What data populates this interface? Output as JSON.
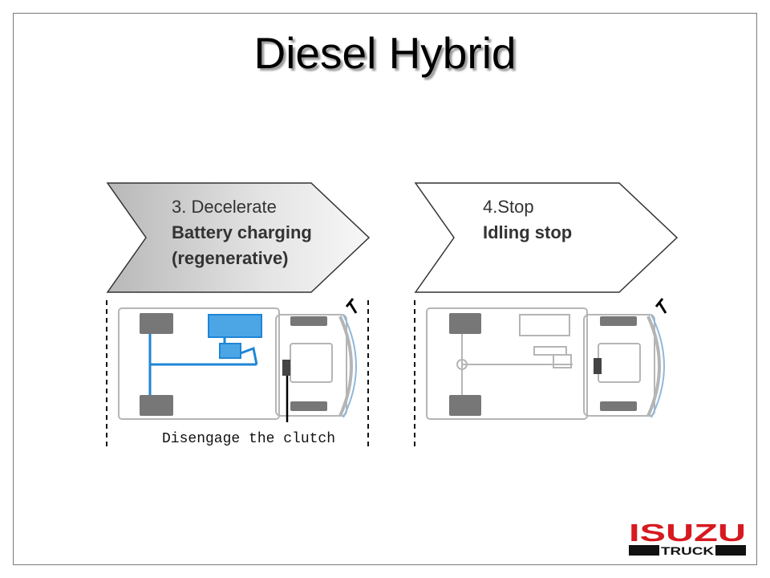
{
  "slide": {
    "title": "Diesel Hybrid"
  },
  "stage3": {
    "step": "3. Decelerate",
    "line1": "Battery charging",
    "line2": "(regenerative)",
    "annotation": "Disengage the clutch"
  },
  "stage4": {
    "step": "4.Stop",
    "line1": "Idling stop"
  },
  "logo": {
    "brand": "ISUZU",
    "sub": "TRUCK",
    "red": "#d71920",
    "black": "#111111"
  },
  "colors": {
    "active_flow": "#1e86d6",
    "battery_fill": "#4ca6e6",
    "arrow_gray": "#c9c9c9"
  }
}
